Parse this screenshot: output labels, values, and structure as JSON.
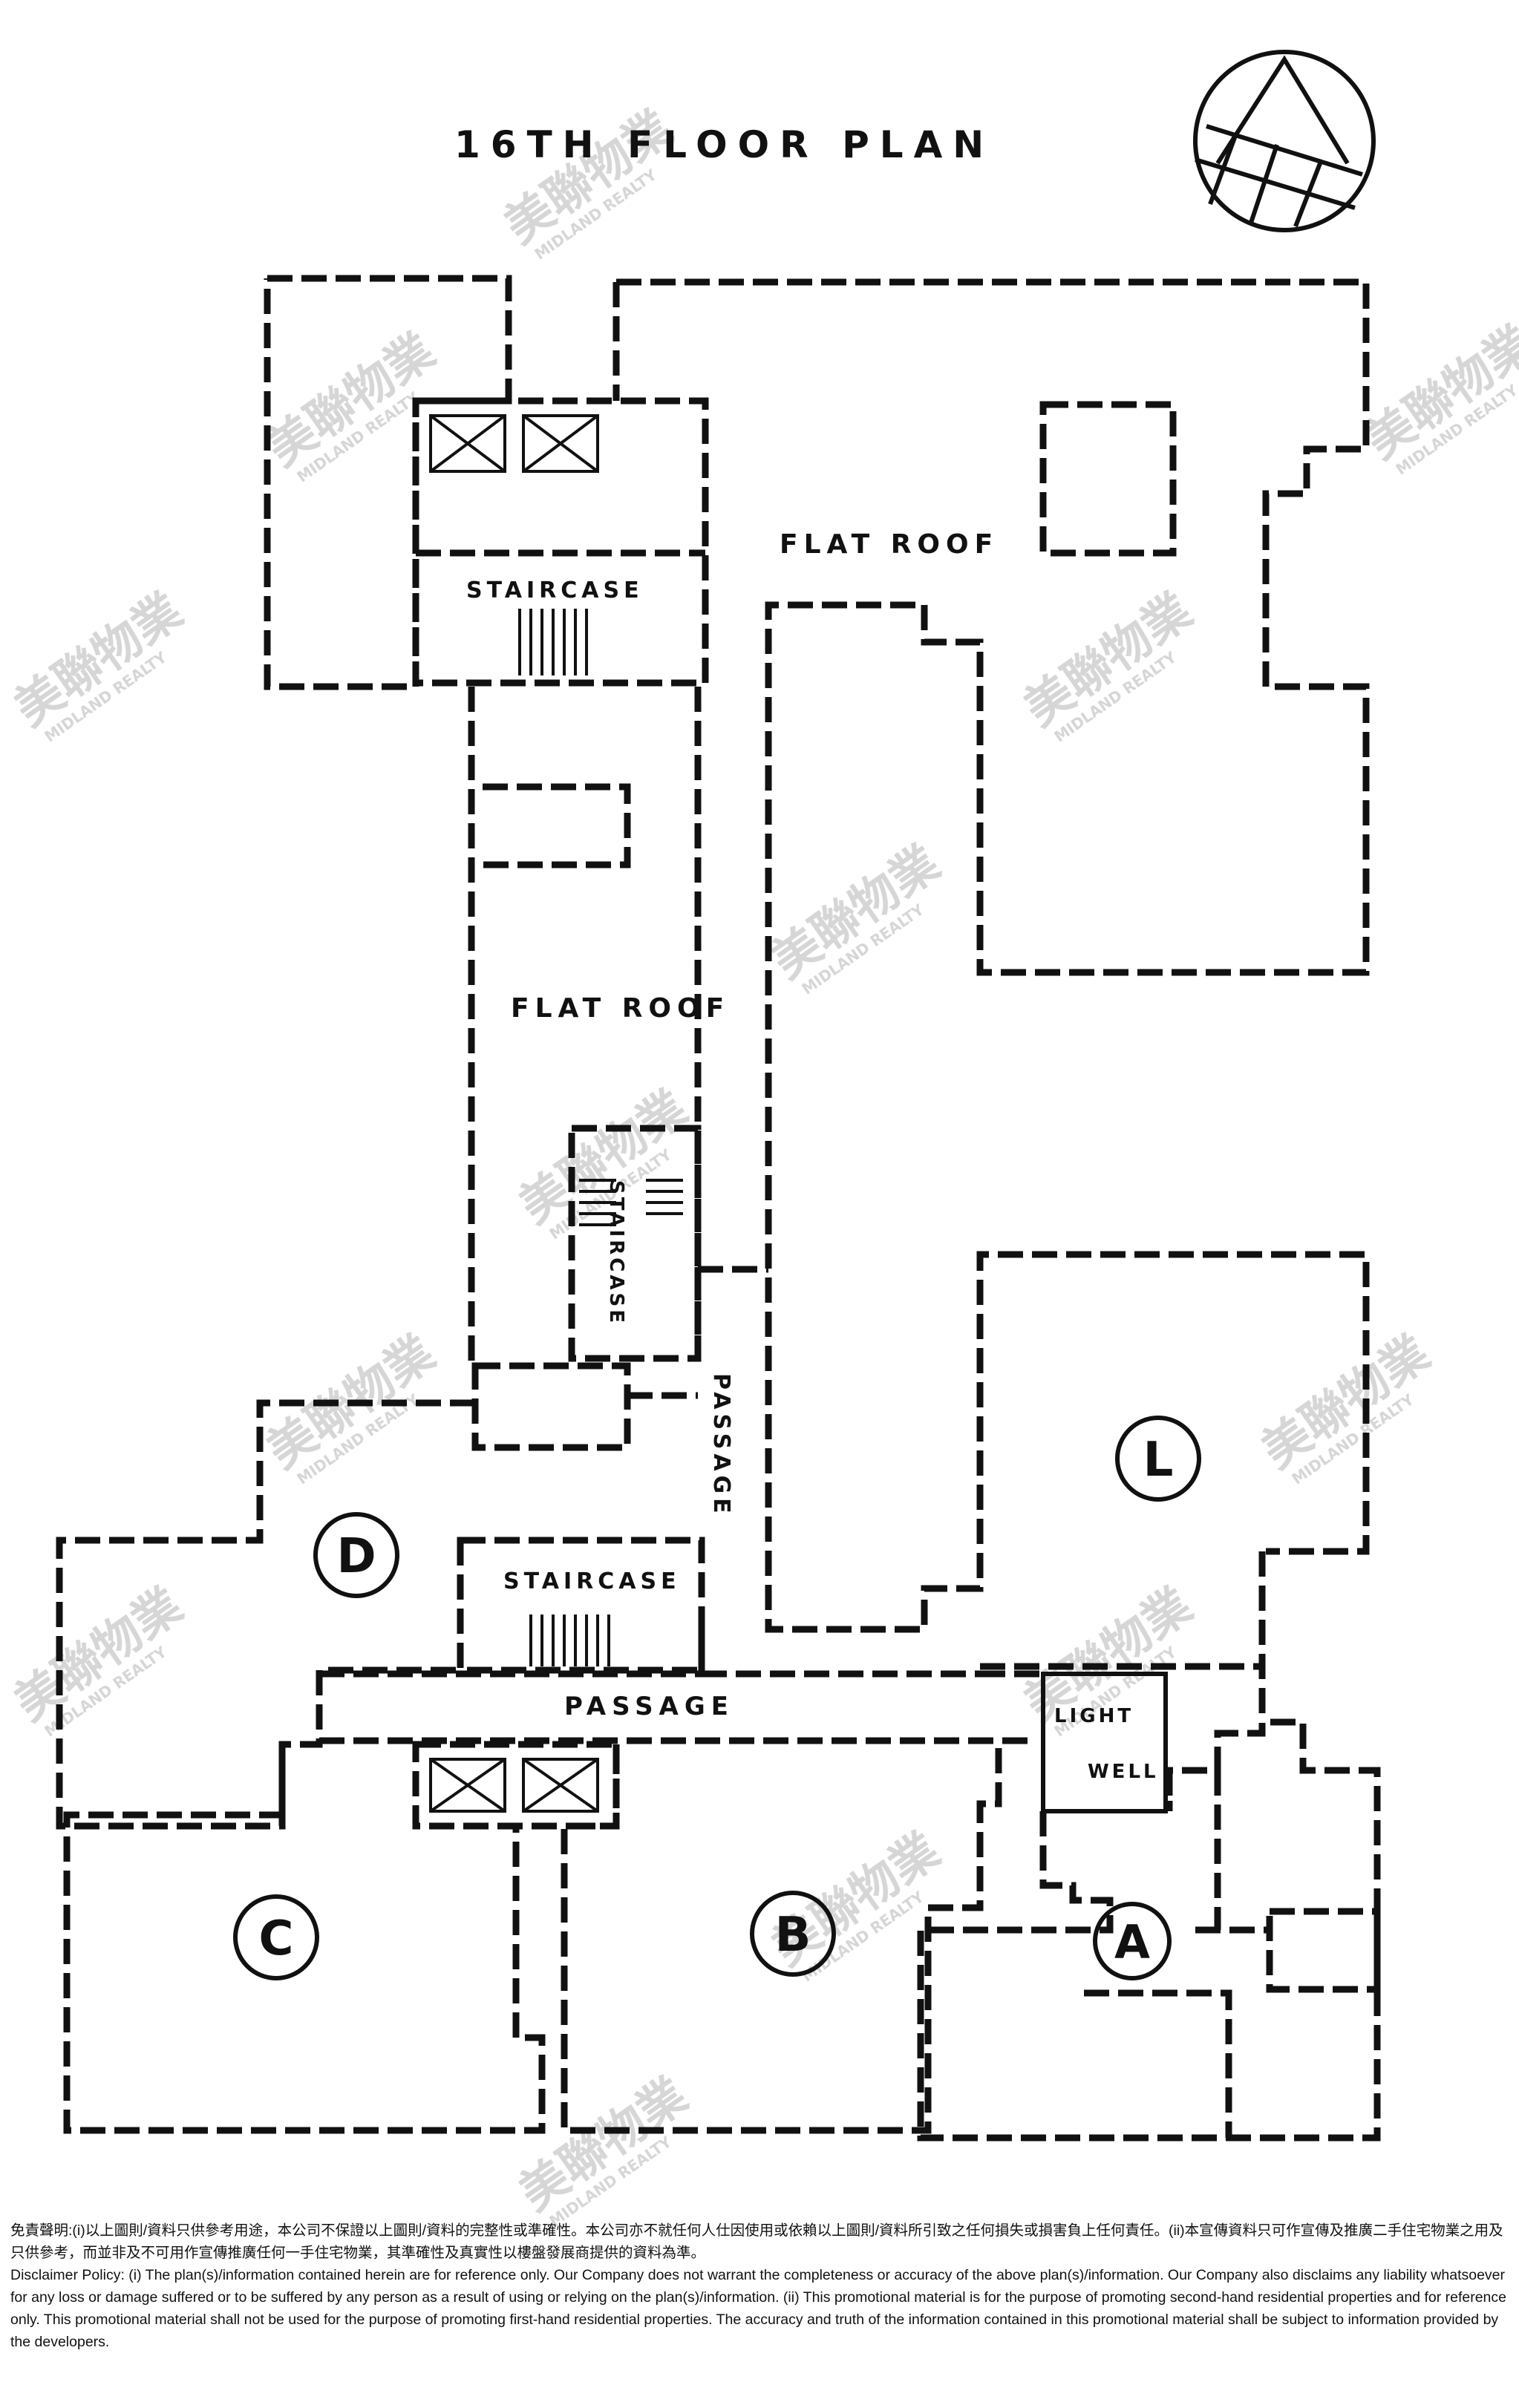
{
  "plan": {
    "title": "16TH FLOOR PLAN",
    "labels": {
      "flat_roof_1": "FLAT ROOF",
      "flat_roof_2": "FLAT ROOF",
      "staircase_top": "STAIRCASE",
      "staircase_mid": "STAIRCASE",
      "staircase_vertical": "STAIRCASE",
      "passage_vertical": "PASSAGE",
      "passage_horizontal": "PASSAGE",
      "light": "LIGHT",
      "well": "WELL"
    },
    "units": [
      "A",
      "B",
      "C",
      "D",
      "L"
    ]
  },
  "watermark": {
    "name_zh": "美聯物業",
    "name_en": "MIDLAND REALTY"
  },
  "disclaimer": {
    "zh": "免責聲明:(i)以上圖則/資料只供參考用途，本公司不保證以上圖則/資料的完整性或準確性。本公司亦不就任何人仕因使用或依賴以上圖則/資料所引致之任何損失或損害負上任何責任。(ii)本宣傳資料只可作宣傳及推廣二手住宅物業之用及只供參考，而並非及不可用作宣傳推廣任何一手住宅物業，其準確性及真實性以樓盤發展商提供的資料為準。",
    "en": "Disclaimer Policy: (i) The plan(s)/information contained herein are for reference only. Our Company does not warrant the completeness or accuracy of the above plan(s)/information. Our Company also disclaims any liability whatsoever for any loss or damage suffered or to be suffered by any person as a result of using or relying on the plan(s)/information. (ii) This promotional material is for the purpose of promoting second-hand residential properties and for reference only. This promotional material shall not be used for the purpose of promoting first-hand residential properties. The accuracy and truth of the information contained in this promotional material shall be subject to information provided by the developers."
  }
}
